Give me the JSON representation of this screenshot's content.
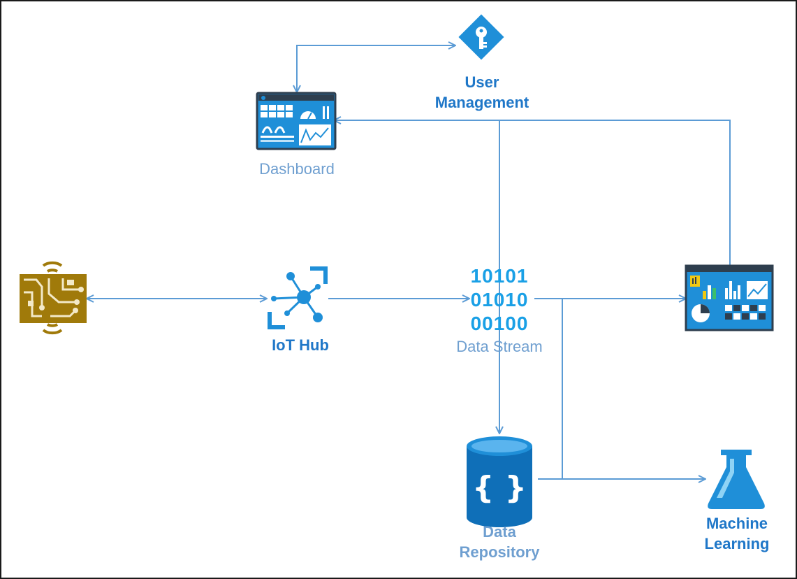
{
  "nodes": {
    "user_management": {
      "label_line1": "User",
      "label_line2": "Management",
      "icon": "key-diamond-icon"
    },
    "dashboard": {
      "label": "Dashboard",
      "icon": "dashboard-window-icon"
    },
    "device": {
      "icon": "circuit-board-sensor-icon"
    },
    "iot_hub": {
      "label": "IoT Hub",
      "icon": "iot-hub-icon"
    },
    "data_stream": {
      "binary": [
        "10101",
        "01010",
        "00100"
      ],
      "label": "Data Stream"
    },
    "powerbi": {
      "icon": "powerbi-report-icon"
    },
    "data_repository": {
      "label_line1": "Data",
      "label_line2": "Repository",
      "icon": "database-braces-icon"
    },
    "machine_learning": {
      "label_line1": "Machine",
      "label_line2": "Learning",
      "icon": "flask-icon"
    }
  },
  "edges": [
    {
      "from": "dashboard",
      "to": "user_management",
      "bidirectional": true
    },
    {
      "from": "device",
      "to": "iot_hub",
      "bidirectional": true
    },
    {
      "from": "iot_hub",
      "to": "data_stream"
    },
    {
      "from": "user_management",
      "to": "data_repository"
    },
    {
      "from": "data_stream",
      "to": "powerbi"
    },
    {
      "from": "powerbi",
      "to": "dashboard"
    },
    {
      "from": "data_repository",
      "to": "machine_learning"
    }
  ],
  "colors": {
    "line": "#5b9bd5",
    "azure_blue": "#1f8fd8",
    "azure_dark": "#0f6fb8",
    "label_dark": "#1f77c8",
    "label_light": "#6f9fd0",
    "device_gold": "#a07a0a"
  }
}
